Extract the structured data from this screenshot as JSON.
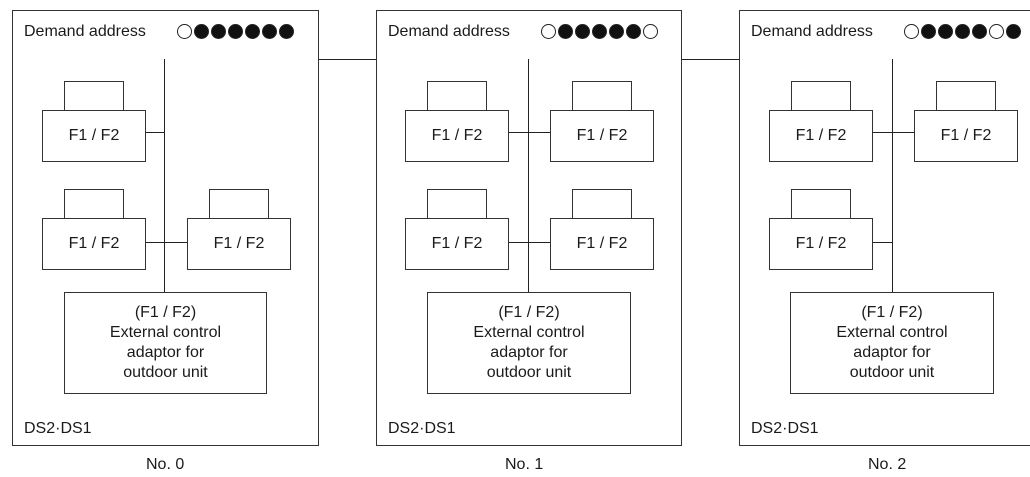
{
  "units": [
    {
      "demand_label": "Demand address",
      "dots": [
        0,
        1,
        1,
        1,
        1,
        1,
        1
      ],
      "ds_label": "DS2·DS1",
      "unit_label": "No. 0",
      "f_labels": [
        "F1 / F2",
        "F1 / F2",
        "F1 / F2"
      ],
      "adaptor_lines": [
        "(F1 / F2)",
        "External control",
        "adaptor for",
        "outdoor unit"
      ]
    },
    {
      "demand_label": "Demand address",
      "dots": [
        0,
        1,
        1,
        1,
        1,
        1,
        0
      ],
      "ds_label": "DS2·DS1",
      "unit_label": "No. 1",
      "f_labels": [
        "F1 / F2",
        "F1 / F2",
        "F1 / F2",
        "F1 / F2"
      ],
      "adaptor_lines": [
        "(F1 / F2)",
        "External control",
        "adaptor for",
        "outdoor unit"
      ]
    },
    {
      "demand_label": "Demand address",
      "dots": [
        0,
        1,
        1,
        1,
        1,
        0,
        1
      ],
      "ds_label": "DS2·DS1",
      "unit_label": "No. 2",
      "f_labels": [
        "F1 / F2",
        "F1 / F2",
        "F1 / F2"
      ],
      "adaptor_lines": [
        "(F1 / F2)",
        "External control",
        "adaptor for",
        "outdoor unit"
      ]
    }
  ]
}
